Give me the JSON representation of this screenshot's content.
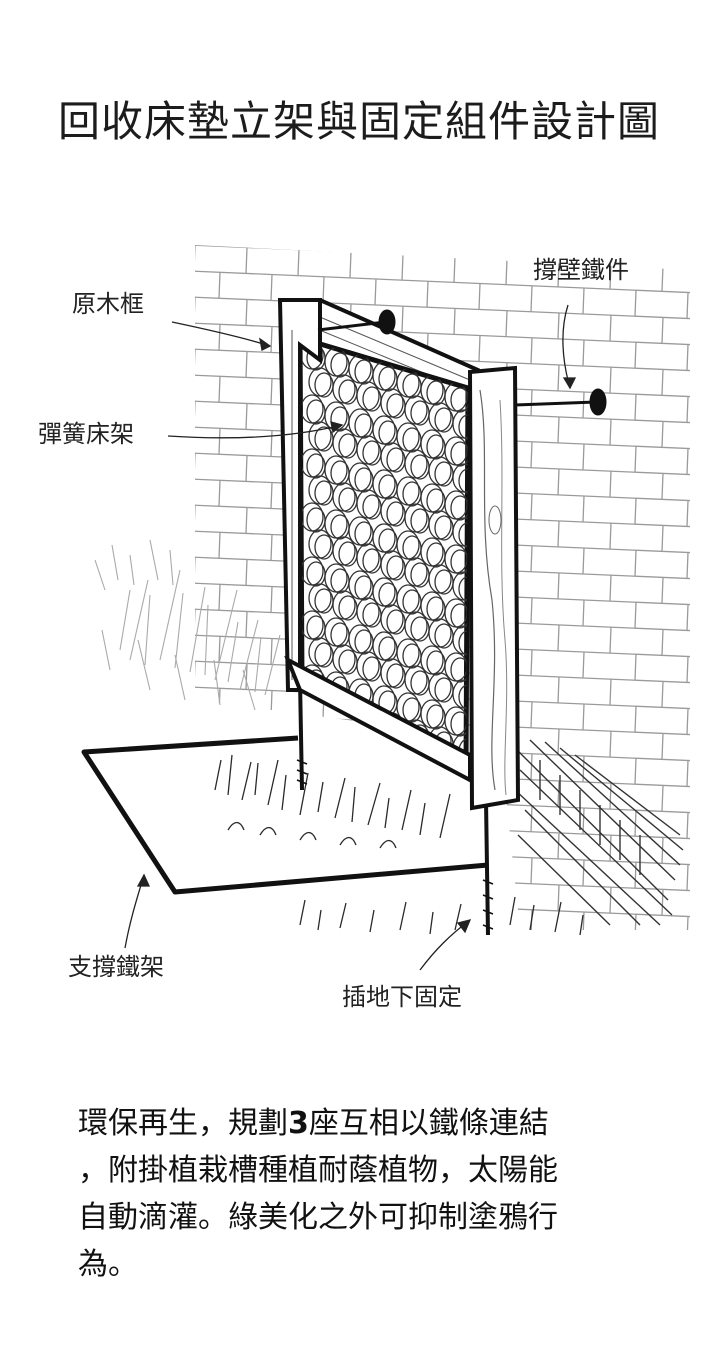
{
  "title": "回收床墊立架與固定組件設計圖",
  "labels": {
    "log_frame": "原木框",
    "spring_frame": "彈簧床架",
    "wall_bracket": "撐壁鐵件",
    "support_frame": "支撐鐵架",
    "ground_stake": "插地下固定"
  },
  "description": {
    "line1_a": "環保再生，規劃",
    "line1_num": "3",
    "line1_b": "座互相以鐵條連結",
    "line2": "，附掛植栽槽種植耐蔭植物，太陽能",
    "line3": "自動滴灌。綠美化之外可抑制塗鴉行",
    "line4": "為。"
  }
}
